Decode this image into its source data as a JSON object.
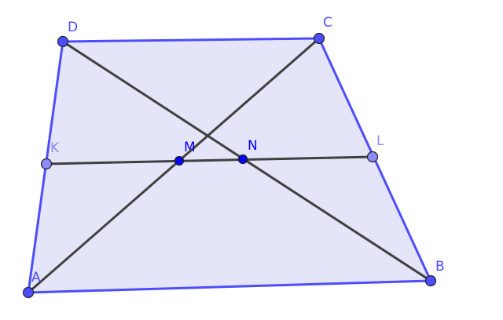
{
  "diagram": {
    "points": {
      "A": {
        "label": "A"
      },
      "B": {
        "label": "B"
      },
      "C": {
        "label": "C"
      },
      "D": {
        "label": "D"
      },
      "K": {
        "label": "K"
      },
      "L": {
        "label": "L"
      },
      "M": {
        "label": "M"
      },
      "N": {
        "label": "N"
      }
    },
    "colors": {
      "polygon_fill": "#e5e5fa",
      "polygon_edge": "#4d4dff",
      "segment": "#404040",
      "free_point": "#4d4dff",
      "dependent_point": "#8c8cf7",
      "intersection_point": "#0000ff",
      "vertex_label": "#4d4dff",
      "midpoint_label": "#8c8cf7",
      "intersection_label": "#0000ff"
    }
  }
}
